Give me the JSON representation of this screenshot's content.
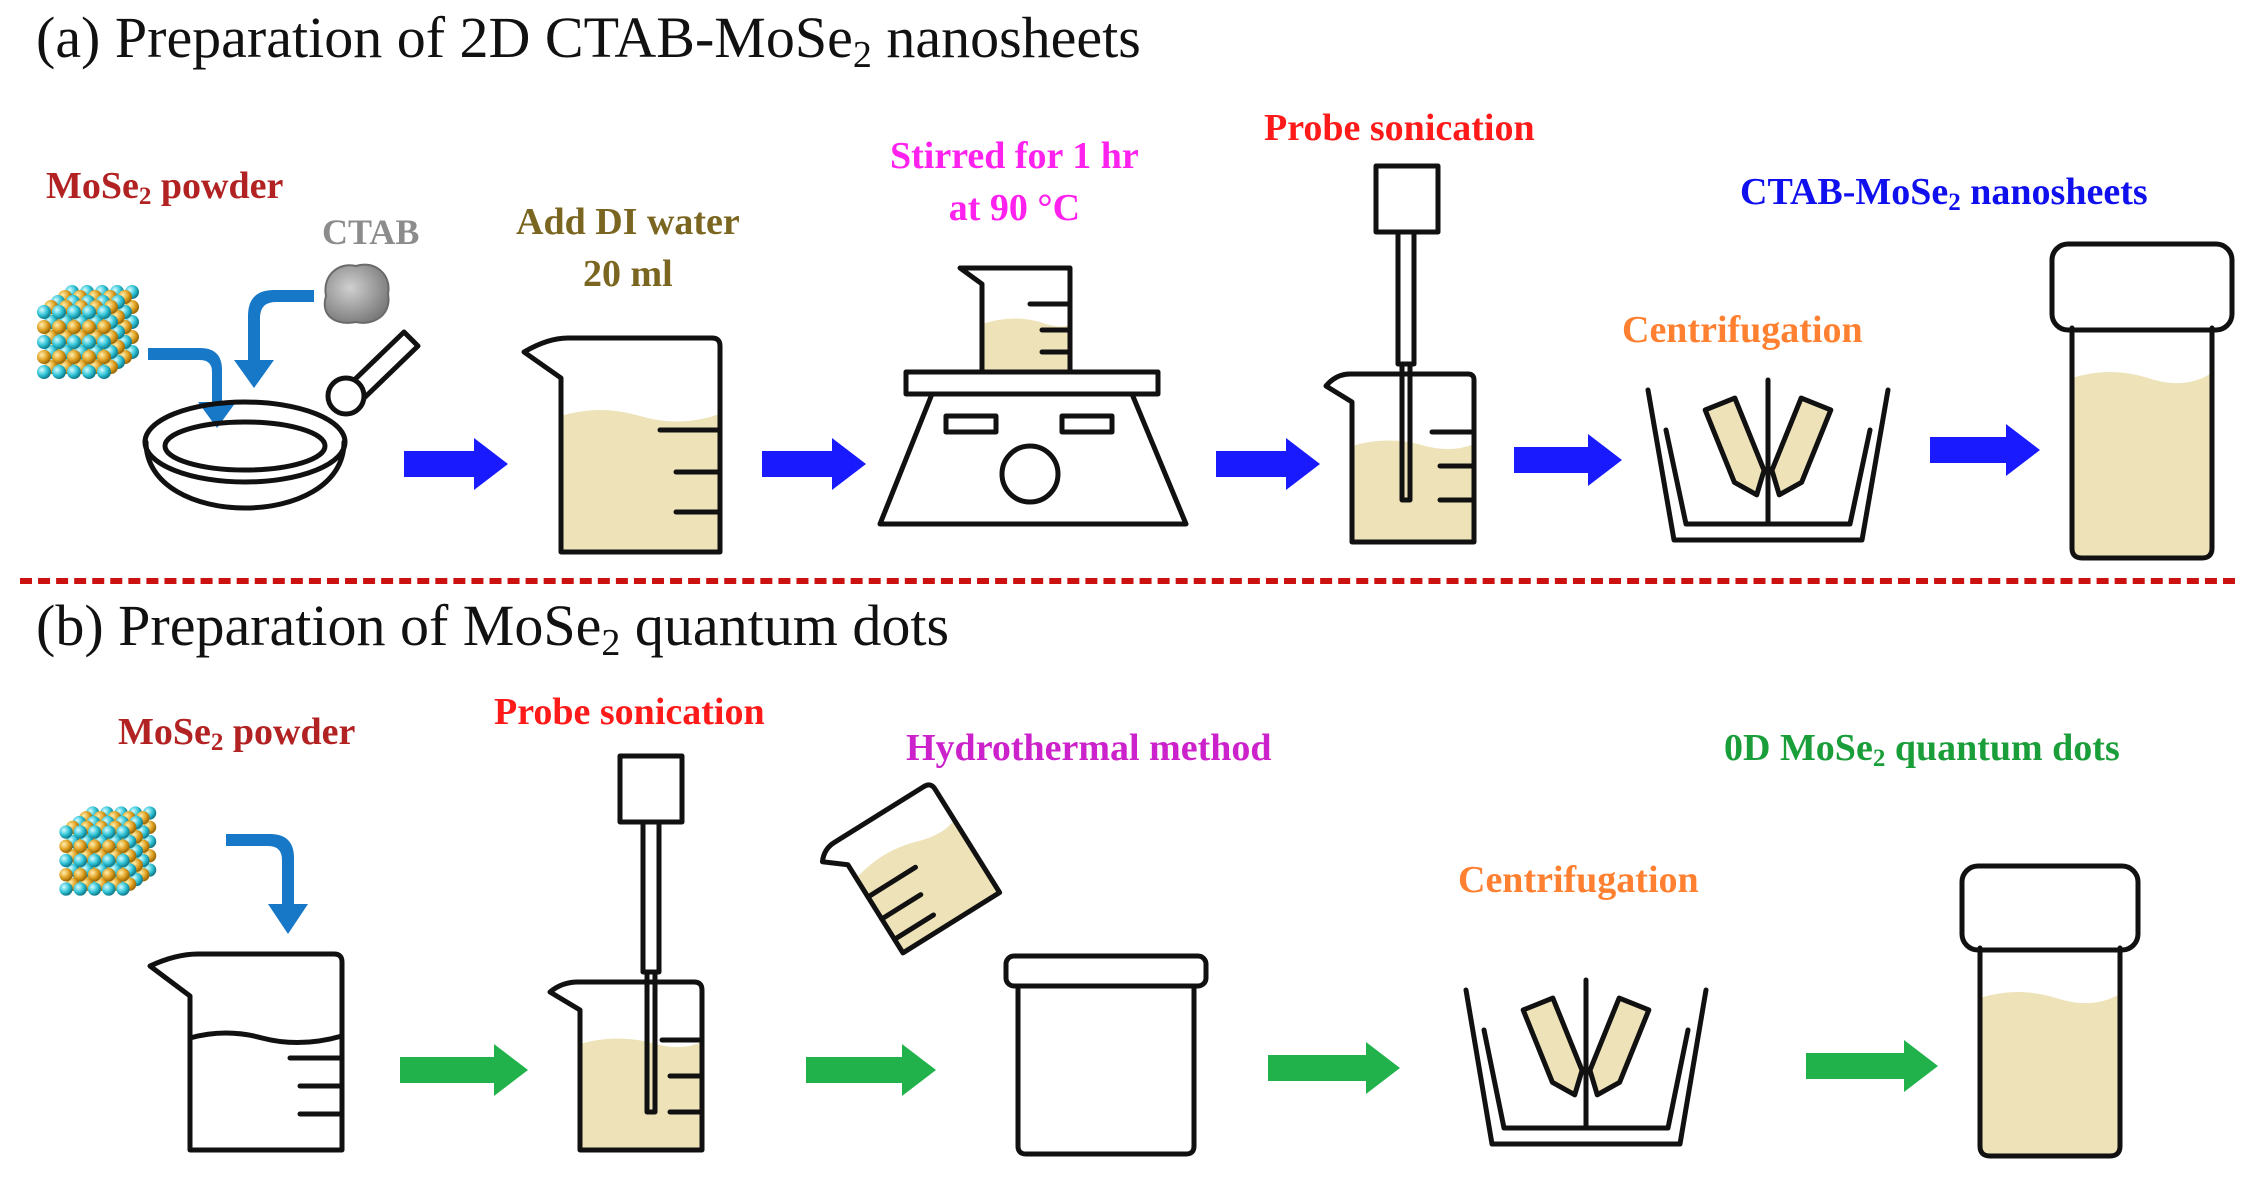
{
  "panel_a": {
    "heading_pre": "(a) Preparation of 2D CTAB-MoSe",
    "heading_sub": "2",
    "heading_post": " nanosheets",
    "powder_pre": "MoSe",
    "powder_sub": "2",
    "powder_post": " powder",
    "ctab": "CTAB",
    "water_line1": "Add DI water",
    "water_line2": "20 ml",
    "stir_line1": "Stirred for 1 hr",
    "stir_line2": "at 90 °C",
    "probe": "Probe sonication",
    "centrifuge": "Centrifugation",
    "product_pre": "CTAB-MoSe",
    "product_sub": "2",
    "product_post": " nanosheets"
  },
  "panel_b": {
    "heading_pre": "(b) Preparation of MoSe",
    "heading_sub": "2",
    "heading_post": " quantum dots",
    "powder_pre": "MoSe",
    "powder_sub": "2",
    "powder_post": " powder",
    "probe": "Probe sonication",
    "hydro": "Hydrothermal method",
    "centrifuge": "Centrifugation",
    "product_pre": "0D MoSe",
    "product_sub": "2",
    "product_post": " quantum dots"
  },
  "colors": {
    "powder_label": "#b22222",
    "ctab_label": "#8c8c8c",
    "water_label": "#7a6620",
    "stir_label": "#ff22ee",
    "probe_label": "#ff1a1a",
    "centrifuge_label": "#ff8030",
    "product_a_label": "#1010ee",
    "hydro_label": "#cc22cc",
    "product_b_label": "#1a9e3a",
    "flow_arrow_a": "#1a1aff",
    "flow_arrow_b": "#21b24b",
    "pour_arrow": "#1878c8",
    "liquid": "#ede2b8",
    "divider": "#cc1111",
    "outline": "#111111"
  }
}
